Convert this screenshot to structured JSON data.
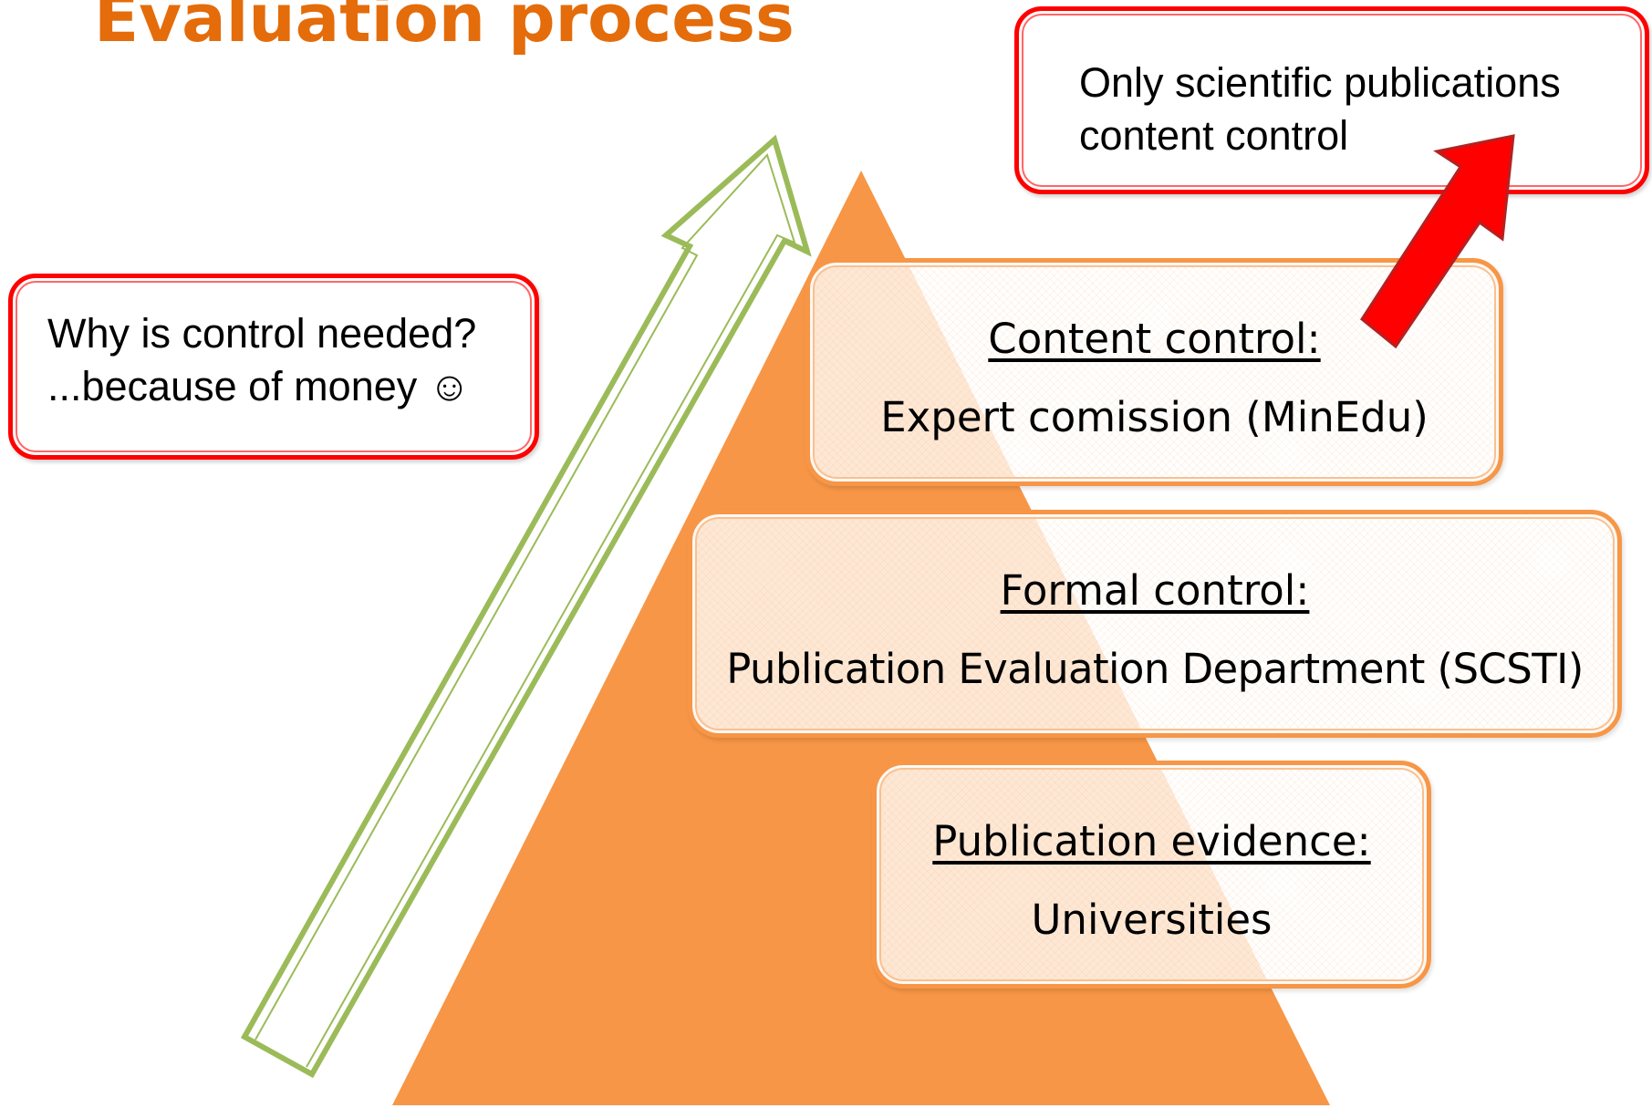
{
  "colors": {
    "title": "#e46c0a",
    "pyramid": "#f79646",
    "up_arrow_outline": "#9bbb59",
    "callout_border": "#ff0000",
    "red_arrow": "#ff0000"
  },
  "title": "Evaluation process",
  "callouts": {
    "why": {
      "line1": "Why is control needed?",
      "line2": "...because of money ☺"
    },
    "only": {
      "line1": "Only scientific publications",
      "line2": "content control"
    }
  },
  "levels": [
    {
      "heading": "Content control:",
      "body": "Expert comission (MinEdu)"
    },
    {
      "heading": "Formal control:",
      "body": "Publication Evaluation Department (SCSTI)"
    },
    {
      "heading": "Publication evidence:",
      "body": "Universities"
    }
  ]
}
